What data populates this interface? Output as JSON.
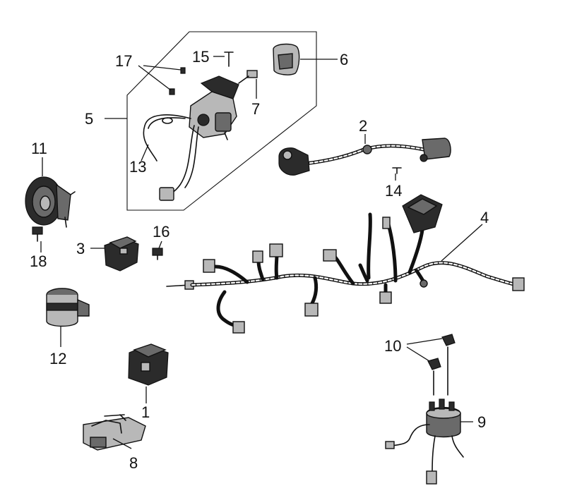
{
  "diagram": {
    "colors": {
      "ink": "#111111",
      "background": "#ffffff",
      "part_dark": "#2b2b2b",
      "part_mid": "#6a6a6a",
      "part_light": "#b8b8b8"
    },
    "callouts": [
      {
        "id": "p1",
        "label": "1"
      },
      {
        "id": "p2",
        "label": "2"
      },
      {
        "id": "p3",
        "label": "3"
      },
      {
        "id": "p4",
        "label": "4"
      },
      {
        "id": "p5",
        "label": "5"
      },
      {
        "id": "p6",
        "label": "6"
      },
      {
        "id": "p7",
        "label": "7"
      },
      {
        "id": "p8",
        "label": "8"
      },
      {
        "id": "p9",
        "label": "9"
      },
      {
        "id": "p10",
        "label": "10"
      },
      {
        "id": "p11",
        "label": "11"
      },
      {
        "id": "p12",
        "label": "12"
      },
      {
        "id": "p13",
        "label": "13"
      },
      {
        "id": "p14",
        "label": "14"
      },
      {
        "id": "p15",
        "label": "15"
      },
      {
        "id": "p16",
        "label": "16"
      },
      {
        "id": "p17",
        "label": "17"
      },
      {
        "id": "p18",
        "label": "18"
      }
    ]
  }
}
